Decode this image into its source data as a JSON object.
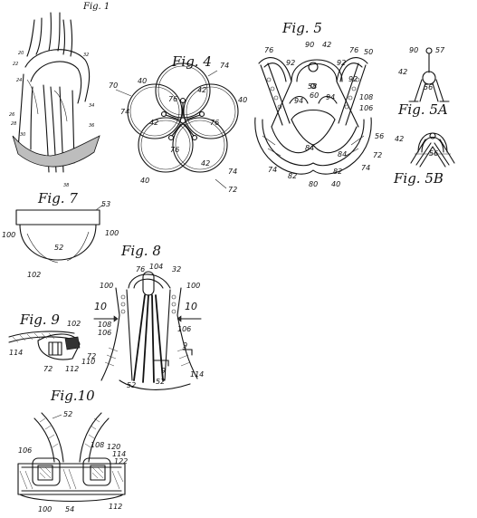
{
  "figures": {
    "fig1": {
      "title": "Fig. 1",
      "refs": {
        "r1": "20",
        "r2": "22",
        "r3": "24",
        "r4": "26",
        "r5": "28",
        "r6": "30",
        "r7": "32",
        "r8": "34",
        "r9": "36",
        "r10": "38"
      }
    },
    "fig4": {
      "title": "Fig. 4",
      "refs": {
        "r70": "70",
        "r74a": "74",
        "r40a": "40",
        "r40b": "40",
        "r74b": "74",
        "r76a": "76",
        "r42a": "42",
        "r42b": "42",
        "r76b": "76",
        "r76c": "76",
        "r42c": "42",
        "r40c": "40",
        "r74c": "74",
        "r72": "72"
      }
    },
    "fig5": {
      "title": "Fig. 5",
      "refs": {
        "r90": "90",
        "r42": "42",
        "r76a": "76",
        "r76b": "76",
        "r50": "50",
        "r92a": "92",
        "r92b": "92",
        "r92c": "92",
        "r58": "58",
        "r60": "60",
        "r94a": "94",
        "r94b": "94",
        "r108": "108",
        "r106": "106",
        "r84a": "84",
        "r84b": "84",
        "r56": "56",
        "r72": "72",
        "r74a": "74",
        "r74b": "74",
        "r82a": "82",
        "r82b": "82",
        "r80": "80",
        "r40": "40"
      }
    },
    "fig5a": {
      "title": "Fig. 5A",
      "refs": {
        "r90": "90",
        "r57": "57",
        "r42": "42",
        "r56": "56"
      }
    },
    "fig5b": {
      "title": "Fig. 5B",
      "refs": {
        "r42": "42",
        "r56": "56"
      }
    },
    "fig7": {
      "title": "Fig. 7",
      "refs": {
        "r53": "53",
        "r100a": "100",
        "r100b": "100",
        "r52": "52",
        "r102": "102"
      }
    },
    "fig8": {
      "title": "Fig. 8",
      "refs": {
        "r76": "76",
        "r104": "104",
        "r32": "32",
        "r100a": "100",
        "r100b": "100",
        "r10a": "10",
        "r10b": "10",
        "r108": "108",
        "r106a": "106",
        "r106b": "106",
        "r9a": "9",
        "r9b": "9",
        "r72": "72",
        "r114": "114",
        "r52a": "52",
        "r52b": "52"
      }
    },
    "fig9": {
      "title": "Fig. 9",
      "refs": {
        "r102": "102",
        "r114": "114",
        "r72": "72",
        "r112": "112",
        "r110": "110"
      }
    },
    "fig10": {
      "title": "Fig.10",
      "refs": {
        "r52": "52",
        "r106": "106",
        "r108": "108",
        "r120": "120",
        "r114": "114",
        "r122": "122",
        "r100": "100",
        "r54": "54",
        "r112": "112"
      }
    }
  },
  "colors": {
    "ink": "#111111",
    "paper": "#ffffff",
    "tone": "#bdbdbd"
  }
}
